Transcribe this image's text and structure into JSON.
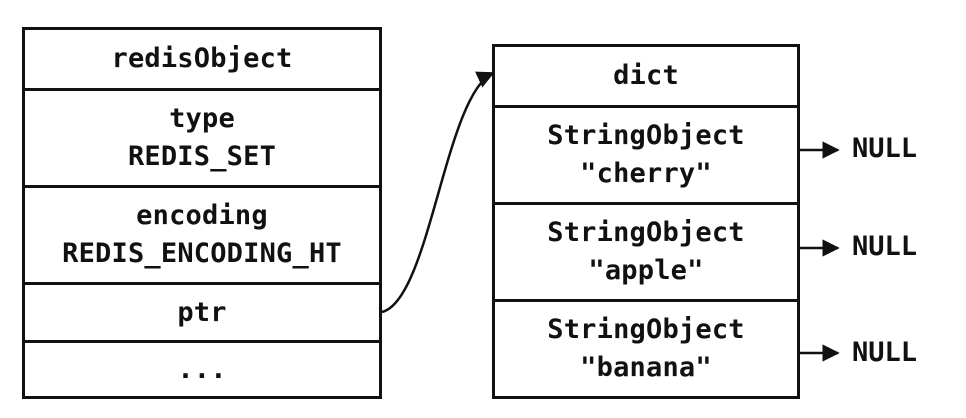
{
  "redis_object": {
    "header": "redisObject",
    "type_label": "type",
    "type_value": "REDIS_SET",
    "encoding_label": "encoding",
    "encoding_value": "REDIS_ENCODING_HT",
    "ptr_label": "ptr",
    "ellipsis": "..."
  },
  "dict": {
    "header": "dict",
    "entries": [
      {
        "type": "StringObject",
        "value": "\"cherry\"",
        "next": "NULL"
      },
      {
        "type": "StringObject",
        "value": "\"apple\"",
        "next": "NULL"
      },
      {
        "type": "StringObject",
        "value": "\"banana\"",
        "next": "NULL"
      }
    ]
  }
}
